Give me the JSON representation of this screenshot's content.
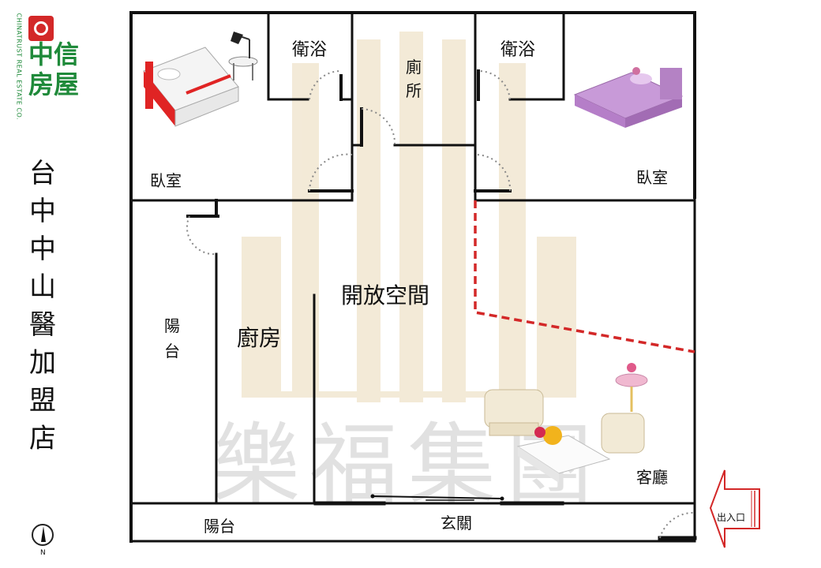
{
  "brand": {
    "name_line1": "中信",
    "name_line2": "房屋",
    "english": "CHINATRUST REAL ESTATE CO."
  },
  "store_name": "台中中山醫加盟店",
  "compass": {
    "north_label": "N"
  },
  "watermark": {
    "text": "樂福集團"
  },
  "rooms": {
    "bedroom_left": "臥室",
    "bedroom_right": "臥室",
    "bath_left": "衛浴",
    "bath_right": "衛浴",
    "toilet": "廁所",
    "open_space": "開放空間",
    "kitchen": "廚房",
    "balcony_side": "陽台",
    "balcony_bottom": "陽台",
    "living_room": "客廳",
    "entrance": "玄關"
  },
  "exit_label": "出入口",
  "colors": {
    "brand_green": "#1f8a3a",
    "brand_red": "#d32828",
    "wall": "#111111",
    "dashed_boundary": "#d32828",
    "watermark_gold": "#d9c39a"
  }
}
